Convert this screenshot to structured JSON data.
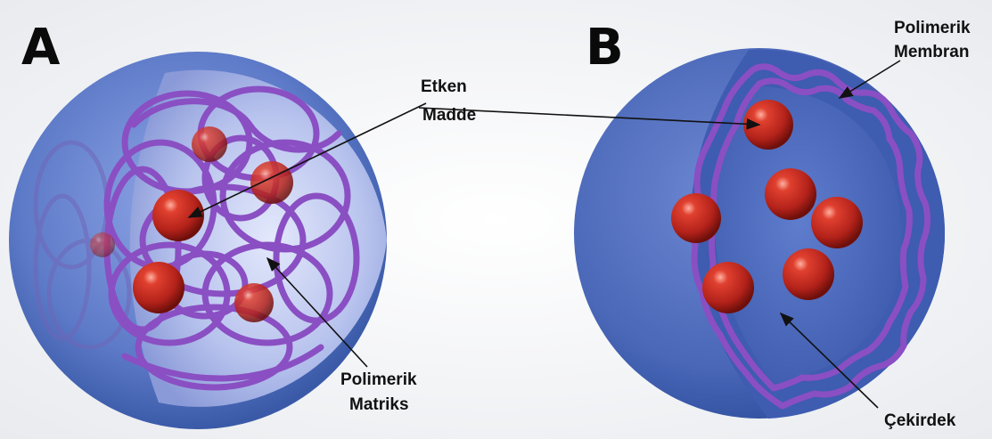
{
  "panels": [
    {
      "letter": "A"
    },
    {
      "letter": "B"
    }
  ],
  "labels": {
    "active_substance": [
      "Etken",
      "Madde"
    ],
    "polymeric_matrix": [
      "Polimerik",
      "Matriks"
    ],
    "polymeric_membrane": [
      "Polimerik",
      "Membran"
    ],
    "core": "Çekirdek"
  },
  "colors": {
    "shell": "#5d7ac8",
    "shell_dark": "#2f4f9e",
    "polymer": "#8a4fc3",
    "particle": "#b3221a",
    "background": "#ffffff"
  }
}
